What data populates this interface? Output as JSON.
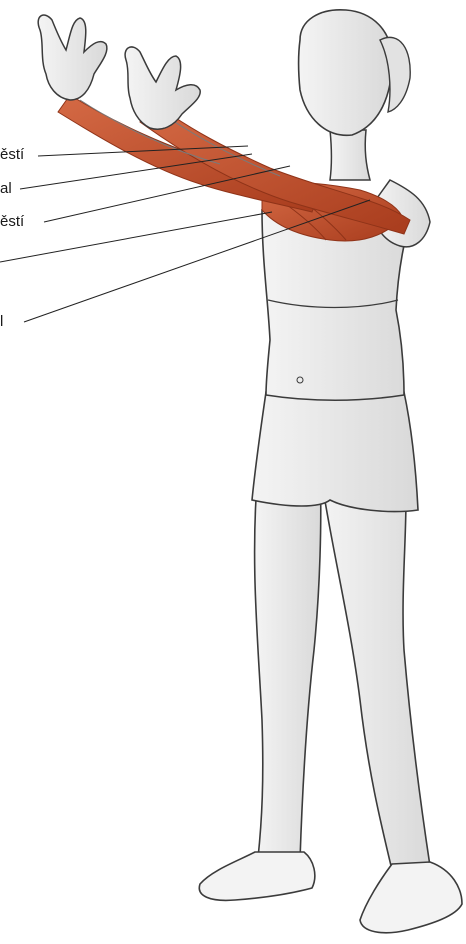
{
  "labels": [
    {
      "text": "ěstí"
    },
    {
      "text": "al"
    },
    {
      "text": "ěstí"
    },
    {
      "text": ""
    },
    {
      "text": "l"
    }
  ],
  "colors": {
    "muscle": "#c2502e",
    "muscle_dark": "#8f3318",
    "skin": "#e9e9e9",
    "outline": "#3b3b3b",
    "leader": "#222222"
  },
  "icon": "anatomy-figure-arms-crossed-stretch"
}
